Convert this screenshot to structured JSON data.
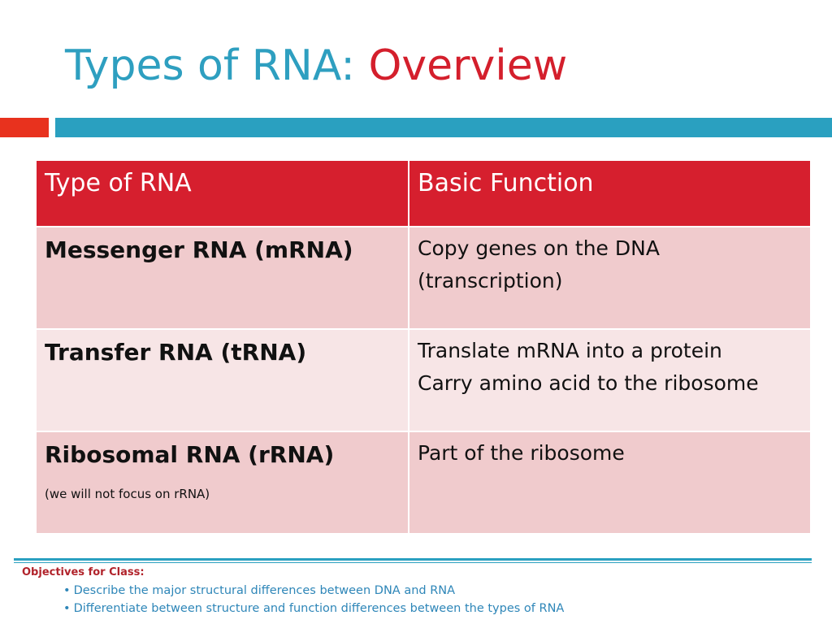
{
  "slide": {
    "title_main": "Types of RNA:",
    "title_accent": "Overview"
  },
  "table": {
    "headers": [
      "Type of RNA",
      "Basic Function"
    ],
    "rows": [
      {
        "type": "Messenger RNA (mRNA)",
        "note": "",
        "function": "Copy genes on the DNA\n(transcription)"
      },
      {
        "type": "Transfer RNA (tRNA)",
        "note": "",
        "function": "Translate mRNA into a protein\nCarry amino acid to the ribosome"
      },
      {
        "type": "Ribosomal RNA (rRNA)",
        "note": "(we will not focus on rRNA)",
        "function": "Part of the ribosome"
      }
    ]
  },
  "objectives": {
    "heading": "Objectives for Class:",
    "bullet": "•",
    "items": [
      "Describe the major structural differences between DNA and RNA",
      "Differentiate between structure and function differences between the types of RNA"
    ]
  },
  "colors": {
    "title_blue": "#2e9fc0",
    "title_red": "#d41f2c",
    "header_red": "#d61f2e",
    "row_dark": "#f0cbcd",
    "row_light": "#f7e5e6",
    "bar_blue": "#2aa0c0",
    "bar_red": "#e8321e"
  }
}
